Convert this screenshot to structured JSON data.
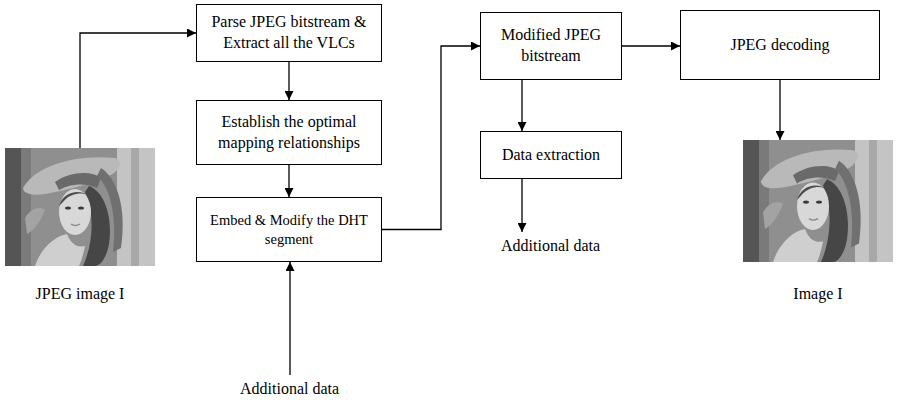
{
  "diagram": {
    "nodes": [
      {
        "text": [
          "JPEG image I"
        ]
      },
      {
        "text": [
          "Parse JPEG bitstream & Extract all the VLCs"
        ]
      },
      {
        "text": [
          "Establish the optimal mapping relationships"
        ]
      },
      {
        "text": [
          "Embed & Modify the DHT segment"
        ]
      },
      {
        "text": [
          "Modified JPEG bitstream"
        ]
      },
      {
        "text": [
          "Data extraction"
        ]
      },
      {
        "text": [
          "JPEG decoding"
        ]
      },
      {
        "text": [
          "Image I"
        ]
      }
    ],
    "edges": [
      {
        "from": 0,
        "to": 1,
        "arrow": "to"
      },
      {
        "from": 1,
        "to": 2,
        "arrow": "to"
      },
      {
        "from": 2,
        "to": 3,
        "arrow": "to"
      },
      {
        "from": 3,
        "to": 4,
        "arrow": "to"
      },
      {
        "from": 4,
        "to": 5,
        "arrow": "to"
      },
      {
        "from": 4,
        "to": 6,
        "arrow": "to"
      },
      {
        "from": 6,
        "to": 7,
        "arrow": "to"
      }
    ],
    "labels": [
      "Additional data",
      "Additional data"
    ]
  }
}
